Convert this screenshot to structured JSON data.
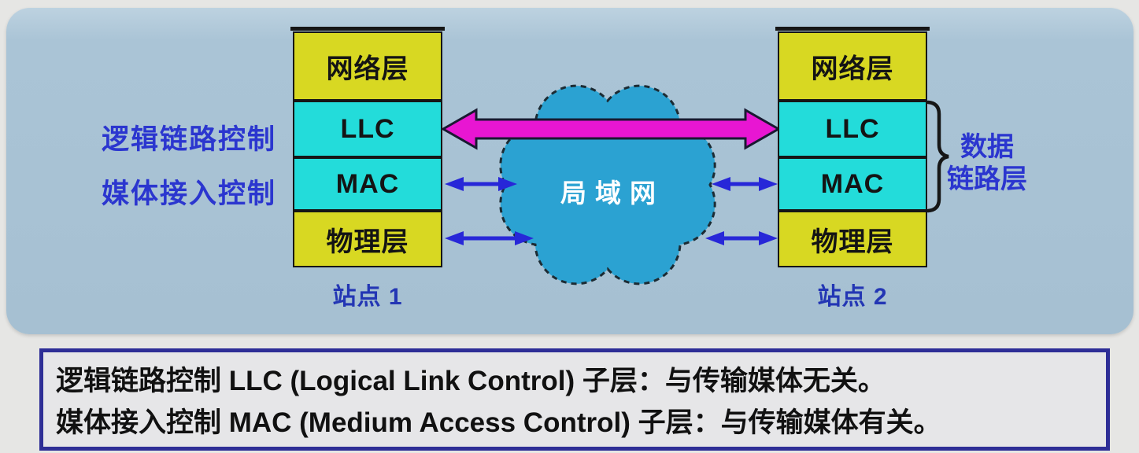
{
  "diagram": {
    "left_labels": {
      "llc": "逻辑链路控制",
      "mac": "媒体接入控制"
    },
    "station1": {
      "layers": [
        "网络层",
        "LLC",
        "MAC",
        "物理层"
      ],
      "caption": "站点 1"
    },
    "station2": {
      "layers": [
        "网络层",
        "LLC",
        "MAC",
        "物理层"
      ],
      "caption": "站点 2"
    },
    "cloud_label": "局域网",
    "brace_label": {
      "line1": "数据",
      "line2": "链路层"
    }
  },
  "note_box": {
    "line1": "逻辑链路控制 LLC (Logical Link Control) 子层：与传输媒体无关。",
    "line2": "媒体接入控制 MAC (Medium Access Control) 子层：与传输媒体有关。"
  },
  "colors": {
    "panel_bg": "#a6c0d2",
    "layer_yellow": "#d8d822",
    "layer_cyan": "#23dcda",
    "cloud_blue": "#2ba2d2",
    "arrow_magenta": "#e816d2",
    "arrow_blue": "#2727d8",
    "label_blue": "#2b36cf",
    "station_blue": "#2336b4",
    "note_border_navy": "#2e2e96",
    "box_border_black": "#161616"
  }
}
